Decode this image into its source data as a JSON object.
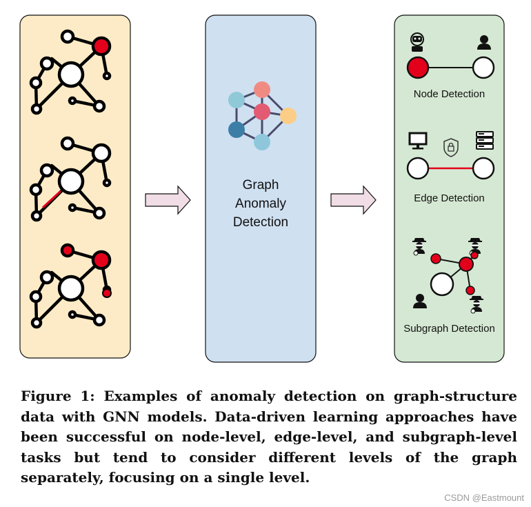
{
  "center": {
    "line1": "Graph",
    "line2": "Anomaly",
    "line3": "Detection"
  },
  "outputs": {
    "node": "Node Detection",
    "edge": "Edge Detection",
    "subgraph": "Subgraph Detection"
  },
  "caption": "Figure 1: Examples of anomaly detection on graph-structure data with GNN models. Data-driven learning approaches have been successful on node-level, edge-level, and subgraph-level tasks but tend to consider different levels of the graph separately, focusing on a single level.",
  "watermark": "CSDN @Eastmount",
  "colors": {
    "input_panel": "#fcebc6",
    "model_panel": "#cfe0f1",
    "output_panel": "#d5e8d3",
    "anomaly": "#e3001b",
    "arrow": "#f1dde6"
  },
  "icons": [
    "robot-icon",
    "person-icon",
    "computer-icon",
    "lock-shield-icon",
    "server-icon",
    "spy-icon",
    "gnn-network-icon",
    "block-arrow-icon"
  ]
}
